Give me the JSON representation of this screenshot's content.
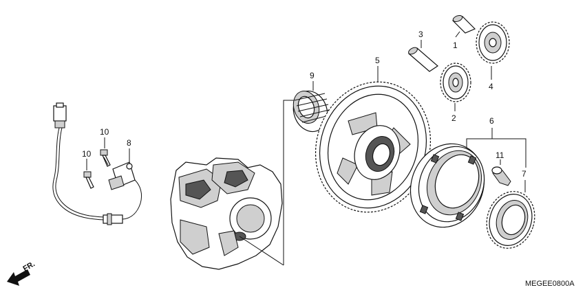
{
  "diagram_code": "MEGEE0800A",
  "direction_label": "FR.",
  "callouts": {
    "c1": "1",
    "c2": "2",
    "c3": "3",
    "c4": "4",
    "c5": "5",
    "c6": "6",
    "c7": "7",
    "c8": "8",
    "c9": "9",
    "c10a": "10",
    "c10b": "10",
    "c11": "11"
  }
}
